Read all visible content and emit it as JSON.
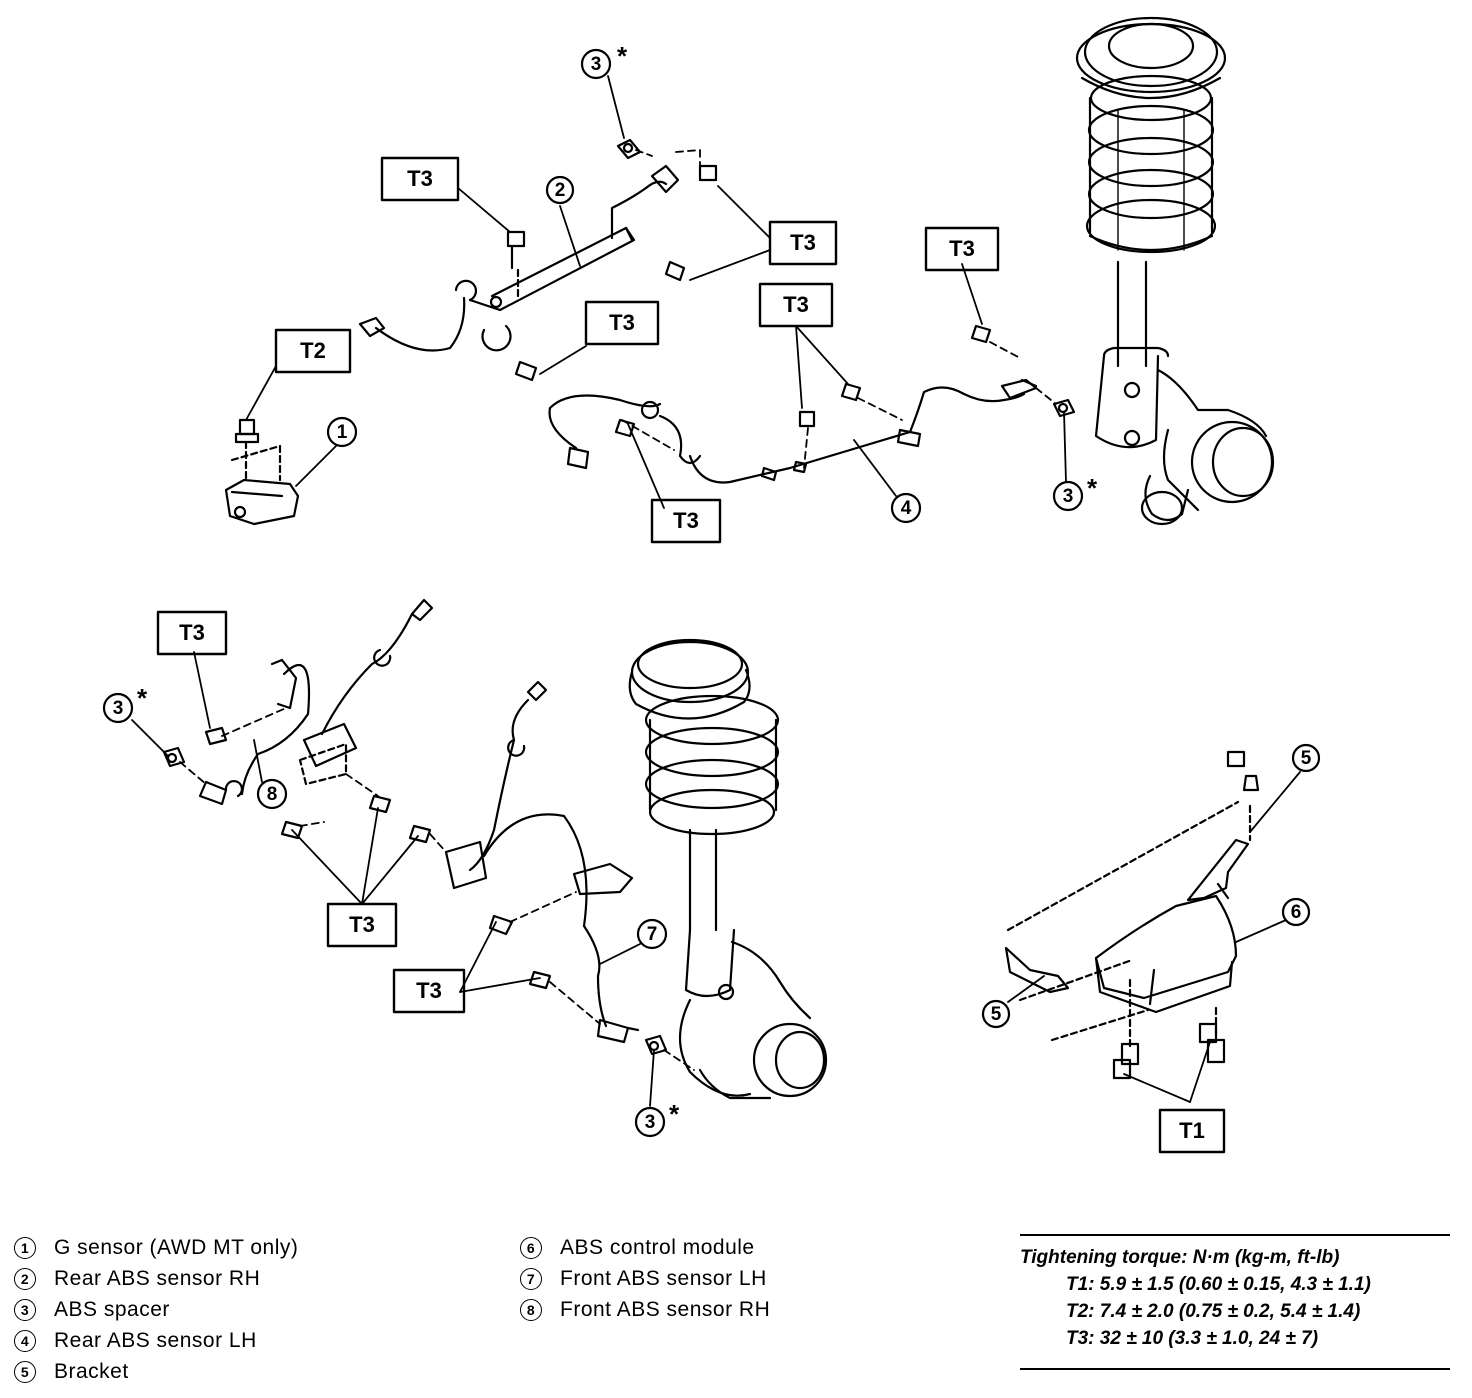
{
  "diagram": {
    "labels": {
      "t1": "T1",
      "t2": "T2",
      "t3": "T3",
      "n1": "1",
      "n2": "2",
      "n3": "3",
      "n4": "4",
      "n5": "5",
      "n6": "6",
      "n7": "7",
      "n8": "8",
      "asterisk": "*"
    }
  },
  "legend": {
    "left": [
      {
        "num": "1",
        "text": "G sensor (AWD MT only)"
      },
      {
        "num": "2",
        "text": "Rear ABS sensor RH"
      },
      {
        "num": "3",
        "text": "ABS spacer"
      },
      {
        "num": "4",
        "text": "Rear ABS sensor LH"
      },
      {
        "num": "5",
        "text": "Bracket"
      }
    ],
    "middle": [
      {
        "num": "6",
        "text": "ABS control module"
      },
      {
        "num": "7",
        "text": "Front ABS sensor LH"
      },
      {
        "num": "8",
        "text": "Front ABS sensor RH"
      }
    ]
  },
  "torque": {
    "title": "Tightening torque: N·m (kg-m, ft-lb)",
    "t1": "T1: 5.9 ± 1.5 (0.60 ± 0.15, 4.3 ± 1.1)",
    "t2": "T2: 7.4 ± 2.0 (0.75 ± 0.2, 5.4 ± 1.4)",
    "t3": "T3: 32 ± 10 (3.3 ± 1.0, 24 ± 7)"
  }
}
